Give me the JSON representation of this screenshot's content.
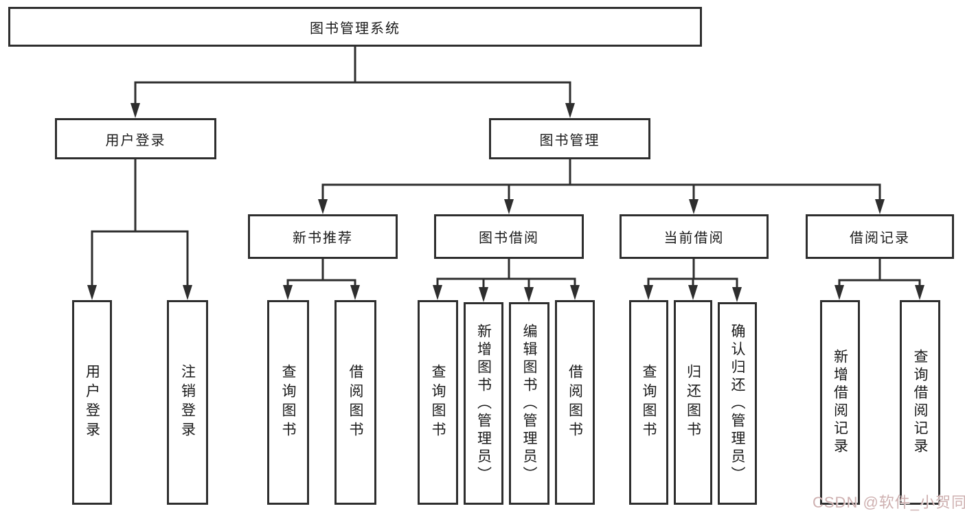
{
  "diagram": {
    "title_node": {
      "label": "图书管理系统"
    },
    "level1": [
      {
        "label": "用户登录"
      },
      {
        "label": "图书管理"
      }
    ],
    "level2": [
      {
        "label": "新书推荐"
      },
      {
        "label": "图书借阅"
      },
      {
        "label": "当前借阅"
      },
      {
        "label": "借阅记录"
      }
    ],
    "leaves": {
      "user_login": [
        "用户登录",
        "注销登录"
      ],
      "new_book": [
        "查询图书",
        "借阅图书"
      ],
      "borrow": [
        "查询图书",
        "新增图书（管理员）",
        "编辑图书（管理员）",
        "借阅图书"
      ],
      "current": [
        "查询图书",
        "归还图书",
        "确认归还（管理员）"
      ],
      "records": [
        "新增借阅记录",
        "查询借阅记录"
      ]
    }
  },
  "watermark": {
    "text": "CSDN @软件_小贺同学"
  },
  "colors": {
    "line": "#2e2e2e",
    "box_border": "#2e2e2e",
    "text": "#1a1a1a",
    "background": "#ffffff",
    "watermark": "#cbacac"
  }
}
